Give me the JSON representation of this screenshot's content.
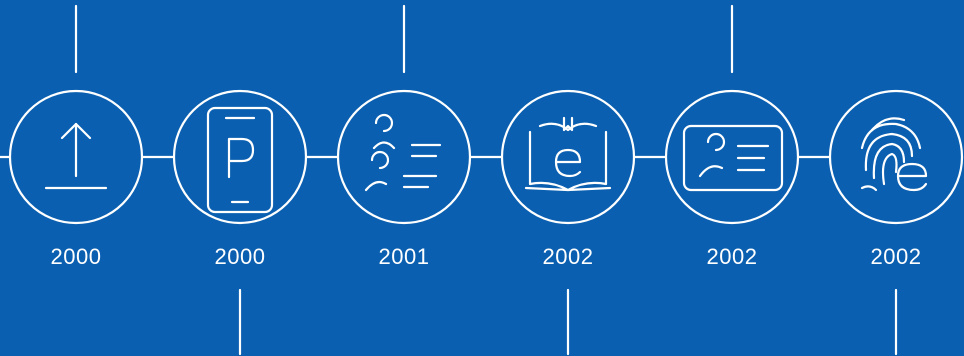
{
  "timeline": {
    "colors": {
      "background": "#0a5fb0",
      "line": "#ffffff"
    },
    "milestones": [
      {
        "year": "2000",
        "icon": "upload-arrow-icon",
        "connector": "top"
      },
      {
        "year": "2000",
        "icon": "mobile-parking-icon",
        "connector": "bottom"
      },
      {
        "year": "2001",
        "icon": "people-list-icon",
        "connector": "top"
      },
      {
        "year": "2002",
        "icon": "e-book-icon",
        "connector": "bottom"
      },
      {
        "year": "2002",
        "icon": "id-card-icon",
        "connector": "top"
      },
      {
        "year": "2002",
        "icon": "fingerprint-e-icon",
        "connector": "bottom"
      }
    ]
  }
}
